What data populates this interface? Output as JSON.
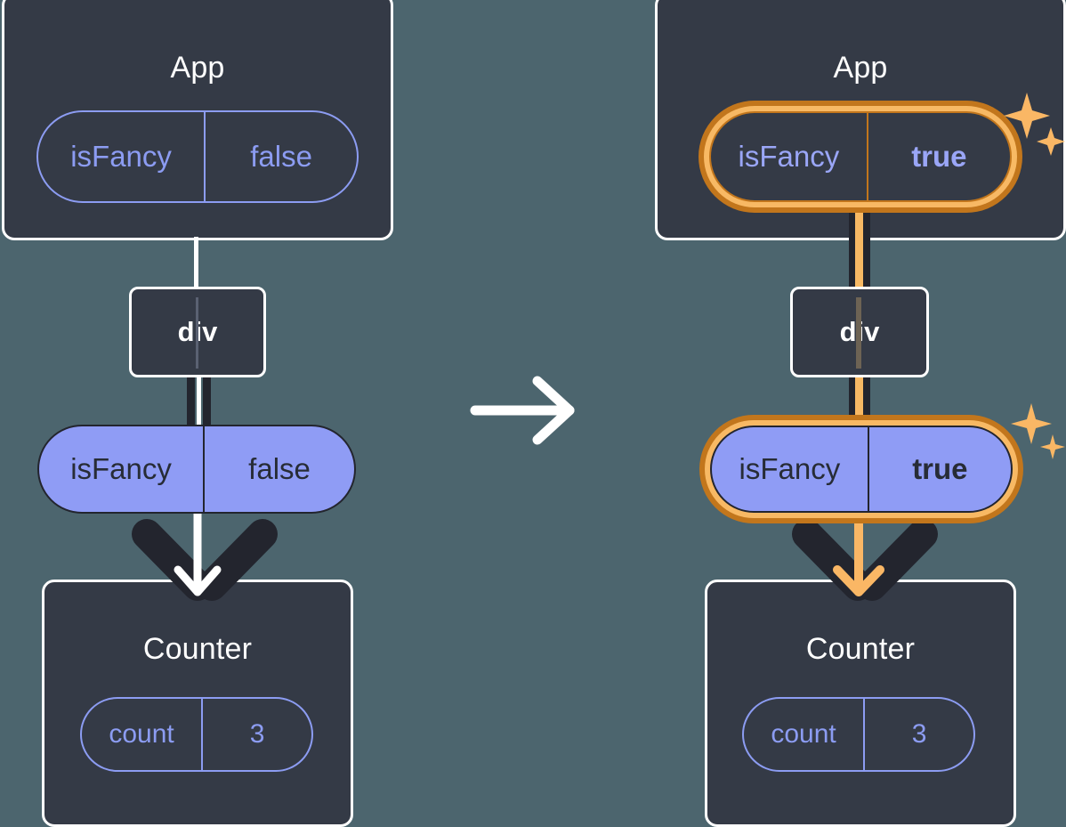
{
  "diagram": {
    "title": "React state propagation before and after toggling isFancy",
    "background_color": "#4c656e",
    "accent_color": "#f8b964",
    "accent_dark_color": "#c2761c",
    "pill_fill_color": "#8f9cf5",
    "box_color": "#343a46",
    "transition_icon": "arrow-right-icon"
  },
  "before": {
    "app": {
      "title": "App",
      "prop": {
        "key": "isFancy",
        "value": "false",
        "highlighted": false
      }
    },
    "div": {
      "label": "div"
    },
    "passed_prop": {
      "key": "isFancy",
      "value": "false",
      "highlighted": false
    },
    "counter": {
      "title": "Counter",
      "state": {
        "key": "count",
        "value": "3"
      }
    }
  },
  "after": {
    "app": {
      "title": "App",
      "prop": {
        "key": "isFancy",
        "value": "true",
        "highlighted": true
      },
      "sparkle_icon": "sparkles-icon"
    },
    "div": {
      "label": "div"
    },
    "passed_prop": {
      "key": "isFancy",
      "value": "true",
      "highlighted": true
    },
    "sparkle_icon": "sparkles-icon",
    "counter": {
      "title": "Counter",
      "state": {
        "key": "count",
        "value": "3"
      }
    }
  }
}
